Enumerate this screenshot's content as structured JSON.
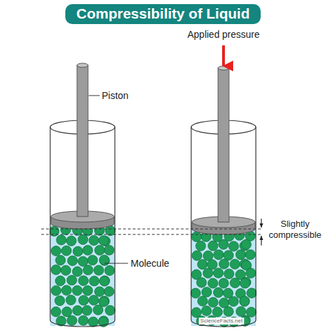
{
  "diagram": {
    "title": "Compressibility of Liquid",
    "labels": [
      "Applied pressure",
      "Piston",
      "Molecule",
      "Slightly compressible",
      "ScienceFacts.net"
    ]
  }
}
